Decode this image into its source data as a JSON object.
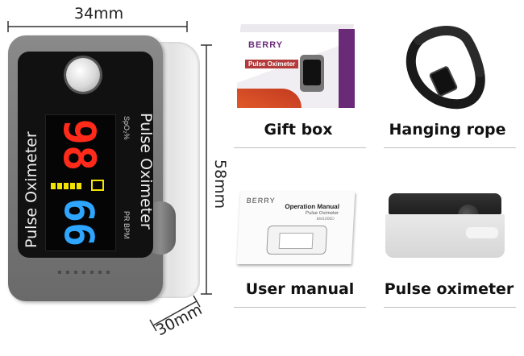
{
  "dimensions": {
    "width_label": "34mm",
    "height_label": "58mm",
    "depth_label": "30mm"
  },
  "device": {
    "side_label": "Pulse Oximeter",
    "spo2_value": "98",
    "pr_value": "66",
    "spo2_unit": "SpO₂%",
    "pr_unit": "PR BPM"
  },
  "gift_box": {
    "brand": "BERRY",
    "product": "Pulse Oximeter",
    "caption": "Gift box"
  },
  "hanging_rope": {
    "caption": "Hanging rope"
  },
  "user_manual": {
    "brand": "BERRY",
    "title": "Operation Manual",
    "subtitle": "Pulse Oximeter",
    "model": "BM1000D",
    "caption": "User manual"
  },
  "pulse_oximeter_item": {
    "caption": "Pulse oximeter"
  },
  "colors": {
    "shell_grey": "#7d7d7d",
    "screen_black": "#0b0b0b",
    "spo2_red": "#ff2a1a",
    "pr_blue": "#2ea6ff",
    "bar_yellow": "#f2e400",
    "box_purple": "#6a2a78"
  }
}
